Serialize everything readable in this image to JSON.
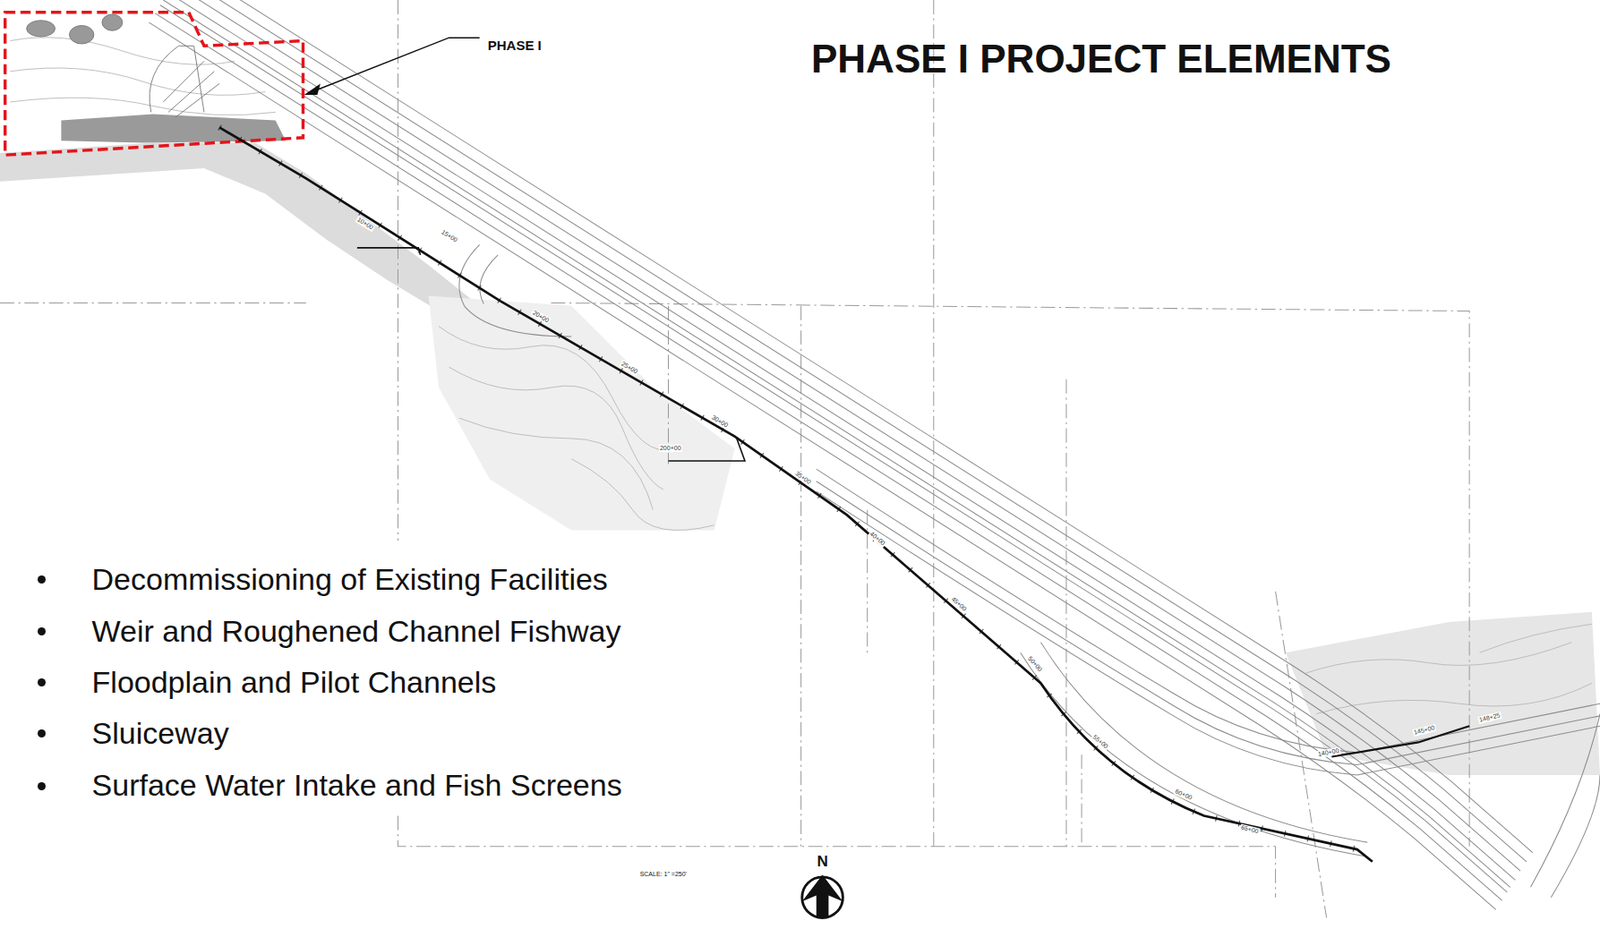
{
  "diagram": {
    "title": "PHASE I PROJECT ELEMENTS",
    "labels": [
      "PHASE I",
      "Decommissioning of Existing Facilities",
      "Weir and Roughened Channel Fishway",
      "Floodplain and Pilot Channels",
      "Sluiceway",
      "Surface Water Intake and Fish Screens",
      "10+00",
      "15+00",
      "20+00",
      "25+00",
      "30+00",
      "200+00",
      "35+00",
      "40+00",
      "45+00",
      "50+00",
      "55+00",
      "60+00",
      "65+00",
      "140+00",
      "145+00",
      "148+25",
      "N",
      "SCALE: 1\" =250'"
    ]
  }
}
